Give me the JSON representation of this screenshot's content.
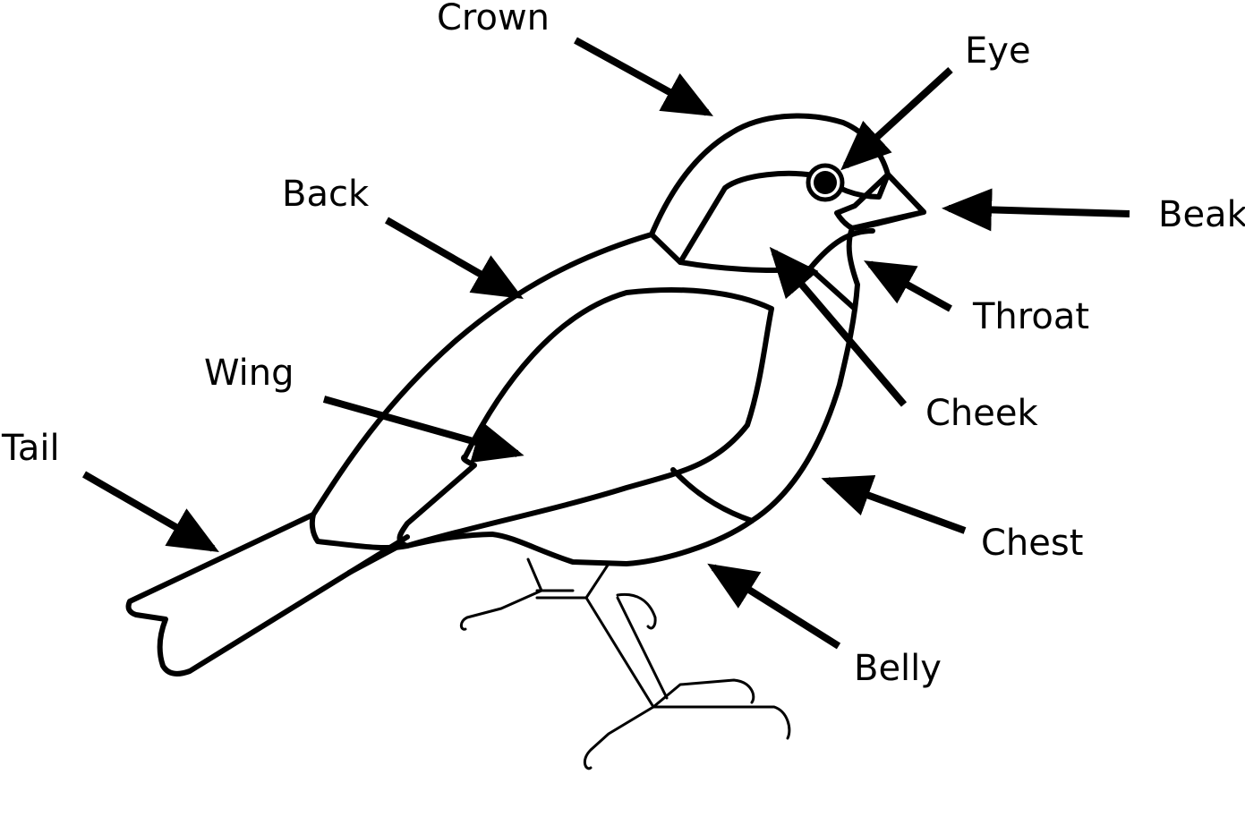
{
  "labels": {
    "crown": "Crown",
    "eye": "Eye",
    "beak": "Beak",
    "back": "Back",
    "throat": "Throat",
    "wing": "Wing",
    "cheek": "Cheek",
    "tail": "Tail",
    "chest": "Chest",
    "belly": "Belly"
  },
  "colors": {
    "ink": "#000000",
    "background": "#ffffff"
  }
}
